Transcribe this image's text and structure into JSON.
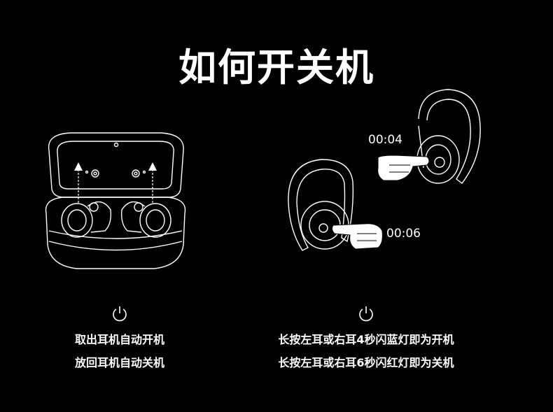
{
  "title": "如何开关机",
  "left": {
    "caption_line1": "取出耳机自动开机",
    "caption_line2": "放回耳机自动关机",
    "icon": "power-icon"
  },
  "right": {
    "timer_top": "00:04",
    "timer_bottom": "00:06",
    "caption_line1": "长按左耳或右耳4秒闪蓝灯即为开机",
    "caption_line2": "长按左耳或右耳6秒闪红灯即为关机",
    "icon": "power-icon"
  }
}
